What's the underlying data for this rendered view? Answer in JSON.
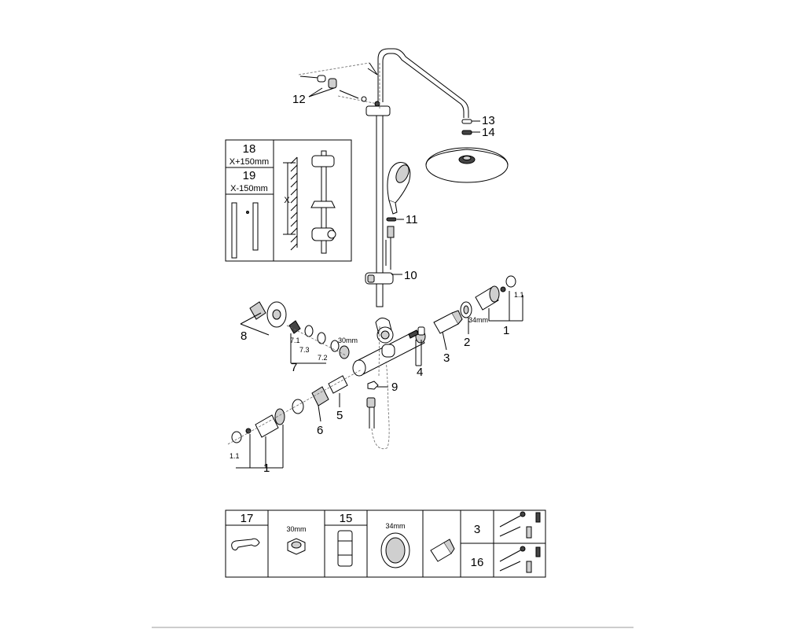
{
  "callouts": {
    "c1a": "1",
    "c1_1a": "1.1",
    "c2": "2",
    "c3": "3",
    "c4": "4",
    "c5": "5",
    "c6": "6",
    "c7": "7",
    "c7_1": "7.1",
    "c7_2": "7.2",
    "c7_3": "7.3",
    "c8": "8",
    "c9": "9",
    "c10": "10",
    "c11": "11",
    "c12": "12",
    "c13": "13",
    "c14": "14",
    "c1b": "1",
    "c1_1b": "1.1"
  },
  "dims": {
    "d34": "34mm",
    "d30": "30mm"
  },
  "inset": {
    "n18": "18",
    "t18": "X+150mm",
    "n19": "19",
    "t19": "X-150mm",
    "x": "X"
  },
  "table": {
    "h17": "17",
    "d30": "30mm",
    "h15": "15",
    "d34": "34mm",
    "n3": "3",
    "n16": "16"
  }
}
